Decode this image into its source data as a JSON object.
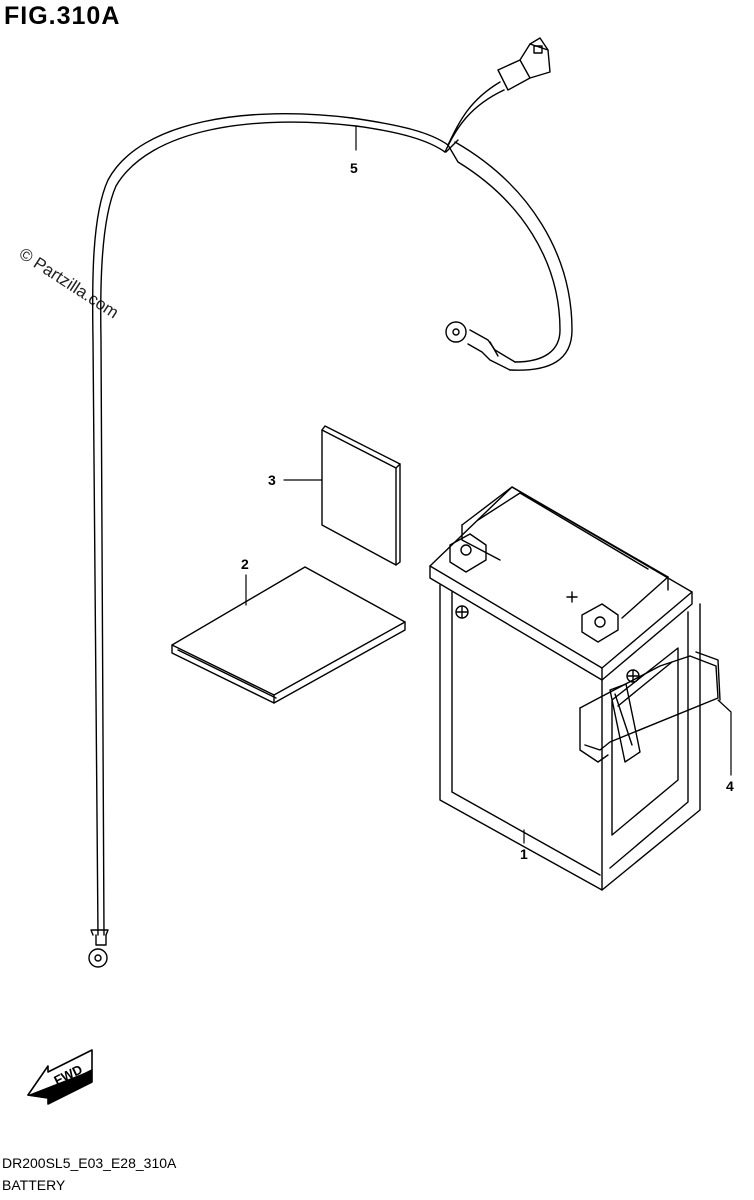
{
  "figure": {
    "title": "FIG.310A"
  },
  "watermark": {
    "text": "© Partzilla.com"
  },
  "callouts": [
    {
      "id": "1",
      "label": "1"
    },
    {
      "id": "2",
      "label": "2"
    },
    {
      "id": "3",
      "label": "3"
    },
    {
      "id": "4",
      "label": "4"
    },
    {
      "id": "5",
      "label": "5"
    }
  ],
  "forward_marker": {
    "label": "FWD",
    "icon": "fwd-arrow-icon"
  },
  "footer": {
    "diagram_code": "DR200SL5_E03_E28_310A",
    "diagram_name": "BATTERY"
  },
  "colors": {
    "line": "#000000",
    "background": "#ffffff"
  }
}
